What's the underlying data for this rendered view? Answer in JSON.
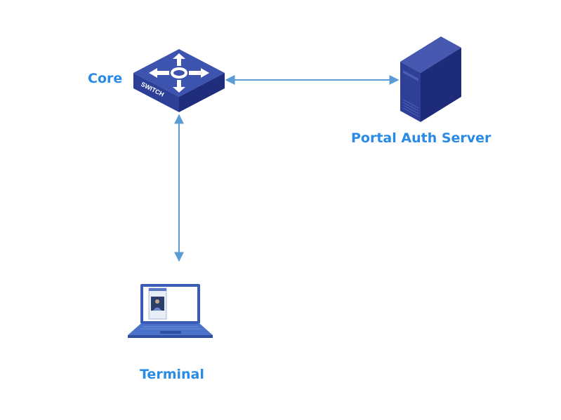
{
  "diagram": {
    "nodes": {
      "core": {
        "label": "Core",
        "device_text": "SWITCH",
        "type": "switch"
      },
      "server": {
        "label": "Portal Auth Server",
        "type": "server"
      },
      "terminal": {
        "label": "Terminal",
        "type": "laptop"
      }
    },
    "links": [
      {
        "from": "core",
        "to": "server",
        "direction": "bidirectional"
      },
      {
        "from": "core",
        "to": "terminal",
        "direction": "bidirectional"
      }
    ],
    "colors": {
      "label": "#2a8be6",
      "link": "#5b9bd5",
      "device_top": "#3a50a8",
      "device_side": "#26368a",
      "device_dark": "#1e2b78"
    }
  }
}
